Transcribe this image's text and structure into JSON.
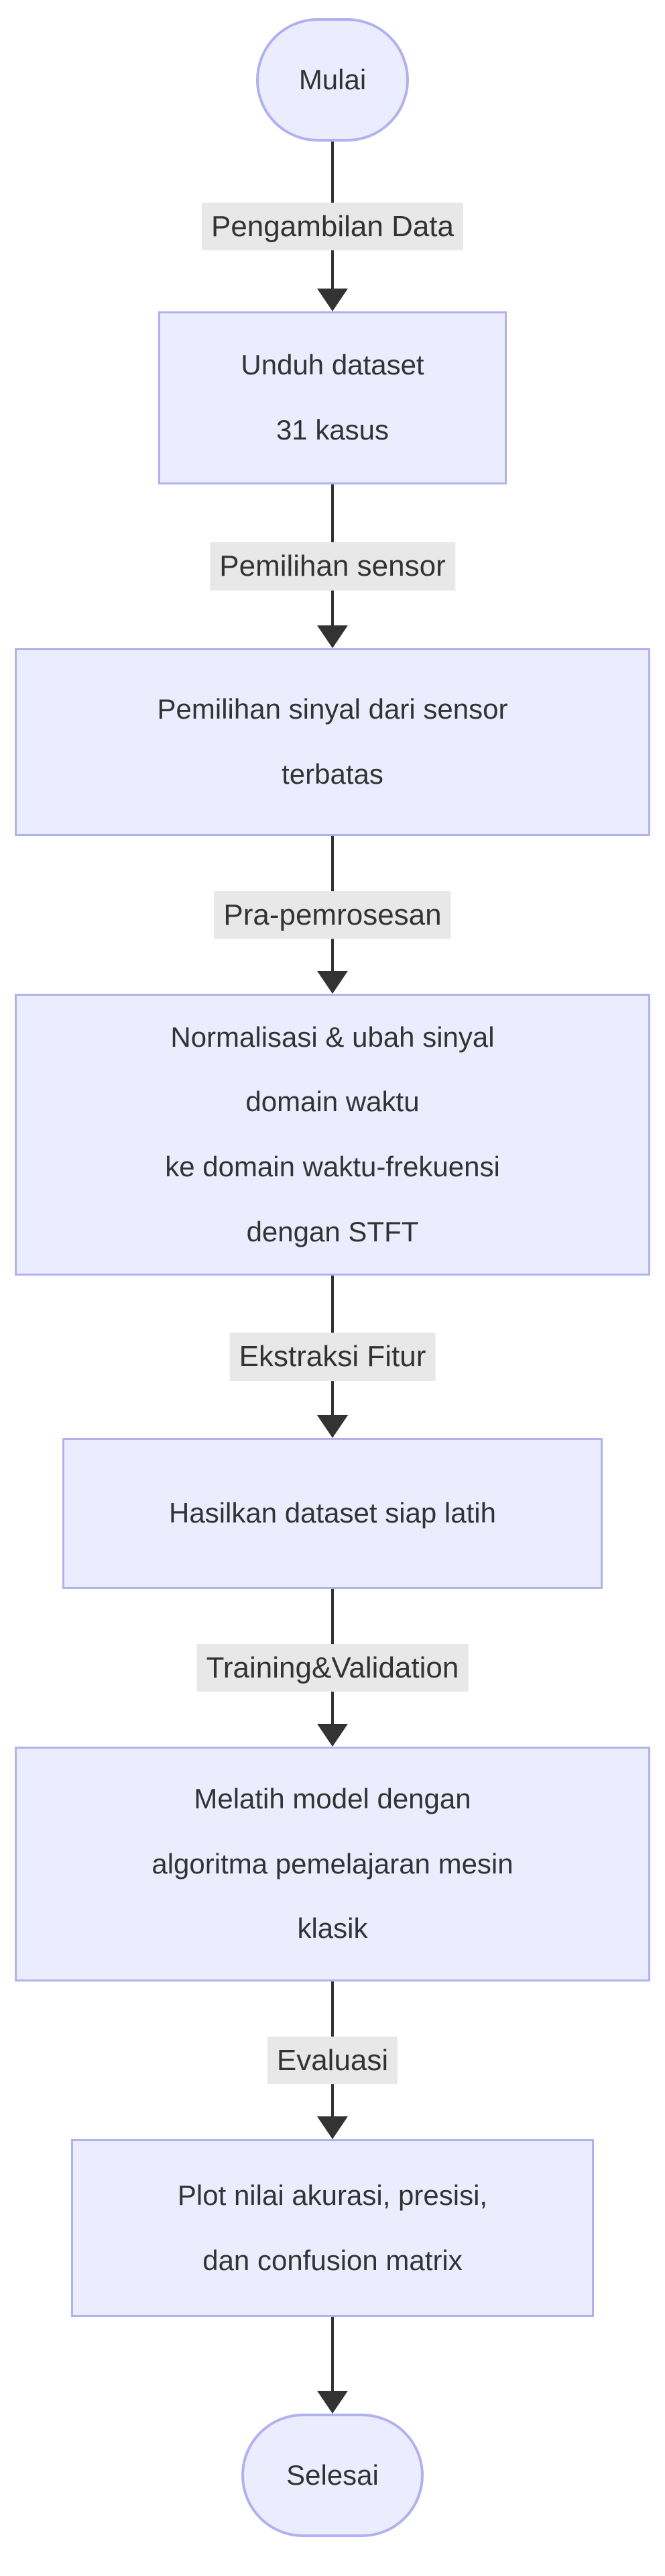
{
  "diagram": {
    "type": "flowchart-top-down",
    "colors": {
      "background": "#ffffff",
      "node_fill": "#ECECFF",
      "node_border": "#B1B1EE",
      "line_color": "#333333",
      "text_color": "#333333",
      "edge_label_bg": "#E8E8E8"
    },
    "nodes": {
      "start": {
        "shape": "stadium",
        "label": "Mulai"
      },
      "download": {
        "shape": "rect",
        "lines": [
          "Unduh dataset",
          "31 kasus"
        ]
      },
      "sensor": {
        "shape": "rect",
        "lines": [
          "Pemilihan sinyal dari sensor",
          "terbatas"
        ]
      },
      "preprocess": {
        "shape": "rect",
        "lines": [
          "Normalisasi & ubah sinyal",
          "domain waktu",
          "ke domain waktu-frekuensi",
          "dengan STFT"
        ]
      },
      "feature": {
        "shape": "rect",
        "lines": [
          "Hasilkan dataset siap latih"
        ]
      },
      "training": {
        "shape": "rect",
        "lines": [
          "Melatih model dengan",
          "algoritma pemelajaran mesin",
          "klasik"
        ]
      },
      "plot": {
        "shape": "rect",
        "lines": [
          "Plot nilai akurasi, presisi,",
          "dan confusion matrix"
        ]
      },
      "end": {
        "shape": "stadium",
        "label": "Selesai"
      }
    },
    "edges": [
      {
        "from": "start",
        "to": "download",
        "label": "Pengambilan Data"
      },
      {
        "from": "download",
        "to": "sensor",
        "label": "Pemilihan sensor"
      },
      {
        "from": "sensor",
        "to": "preprocess",
        "label": "Pra-pemrosesan"
      },
      {
        "from": "preprocess",
        "to": "feature",
        "label": "Ekstraksi Fitur"
      },
      {
        "from": "feature",
        "to": "training",
        "label": "Training&Validation"
      },
      {
        "from": "training",
        "to": "plot",
        "label": "Evaluasi"
      },
      {
        "from": "plot",
        "to": "end",
        "label": ""
      }
    ]
  }
}
